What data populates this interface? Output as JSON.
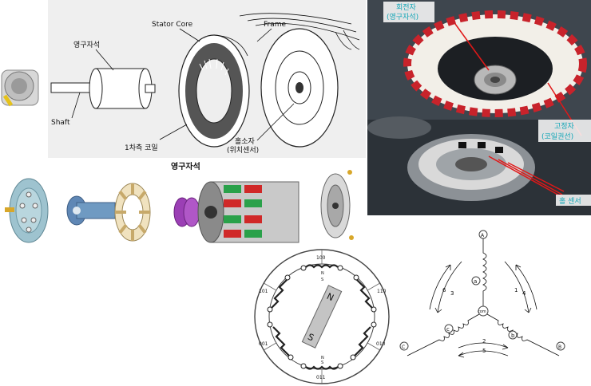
{
  "top_left": {
    "magnet": "영구자석",
    "stator_core": "Stator Core",
    "frame": "Frame",
    "shaft": "Shaft",
    "coil": "1차측 코일",
    "hall_sensor": "홀소자",
    "hall_sensor_sub": "(위치센서)"
  },
  "top_right": {
    "rotor": "회전자",
    "rotor_sub": "(영구자석)",
    "stator": "고정자",
    "stator_sub": "(코일권선)",
    "hall": "홀 센서"
  },
  "exploded": {
    "magnet": "영구자석"
  },
  "stator_diagram": {
    "codes": [
      "100",
      "110",
      "010",
      "011",
      "001",
      "101"
    ],
    "rotor_n": "N",
    "rotor_s": "S",
    "pole_n": "N",
    "pole_s": "S"
  },
  "winding": {
    "terminal_a": "A",
    "terminal_b": "B",
    "terminal_c": "C",
    "coil_a": "a",
    "coil_b": "b",
    "coil_c": "c",
    "common": "com",
    "seq": [
      "1",
      "2",
      "3",
      "4",
      "5",
      "6"
    ]
  },
  "colors": {
    "sketch_bg": "#efefef",
    "photo_dark": "#2c3238",
    "coil_red": "#c8232b",
    "accent_cyan": "#13a6b7",
    "magnet_green": "#2aa14a",
    "magnet_red": "#d02828",
    "purple_ring": "#9b3fb5"
  }
}
